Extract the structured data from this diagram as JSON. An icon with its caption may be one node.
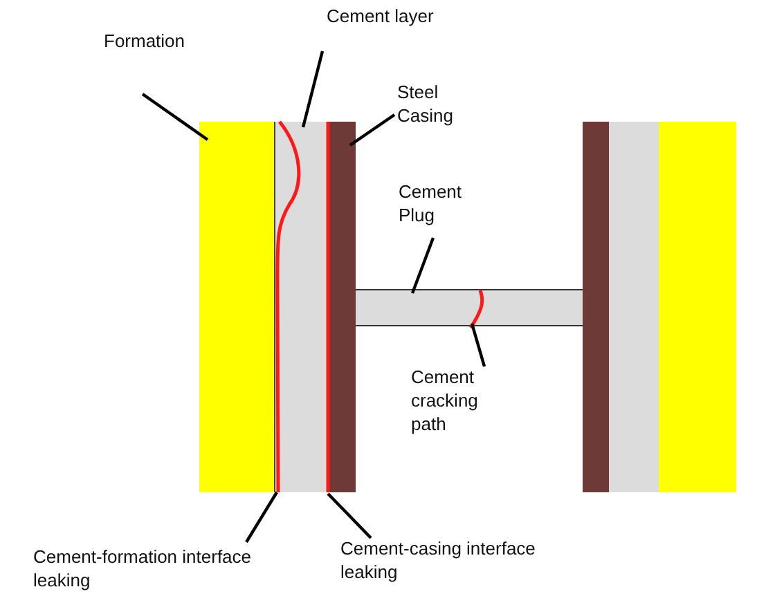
{
  "diagram": {
    "nodes": [
      {
        "text": [
          "Formation"
        ]
      },
      {
        "text": [
          "Cement layer"
        ]
      },
      {
        "text": [
          "Steel Casing"
        ]
      },
      {
        "text": [
          "Cement Plug"
        ]
      },
      {
        "text": [
          "Cement cracking path"
        ]
      },
      {
        "text": [
          "Cement-formation interface leaking"
        ]
      },
      {
        "text": [
          "Cement-casing interface leaking"
        ]
      },
      {
        "text": [],
        "shape": "box"
      },
      {
        "text": [],
        "shape": "box"
      },
      {
        "text": [],
        "shape": "bar"
      },
      {
        "text": [],
        "shape": "box"
      },
      {
        "text": [],
        "shape": "line",
        "in": 10
      },
      {
        "text": [],
        "shape": "line",
        "in": 8
      },
      {
        "text": [],
        "shape": "line"
      },
      {
        "text": [],
        "shape": "bar"
      },
      {
        "text": [],
        "shape": "box"
      },
      {
        "text": [],
        "shape": "box"
      }
    ],
    "edges": [
      {
        "from": 0,
        "to": 7,
        "arrow": "none"
      },
      {
        "from": 1,
        "to": 8,
        "arrow": "none"
      },
      {
        "from": 2,
        "to": 9,
        "arrow": "none"
      },
      {
        "from": 3,
        "to": 10,
        "arrow": "none"
      },
      {
        "from": 4,
        "to": 11,
        "arrow": "none"
      },
      {
        "from": 5,
        "to": 12,
        "arrow": "none"
      },
      {
        "from": 6,
        "to": 13,
        "arrow": "none"
      }
    ]
  }
}
